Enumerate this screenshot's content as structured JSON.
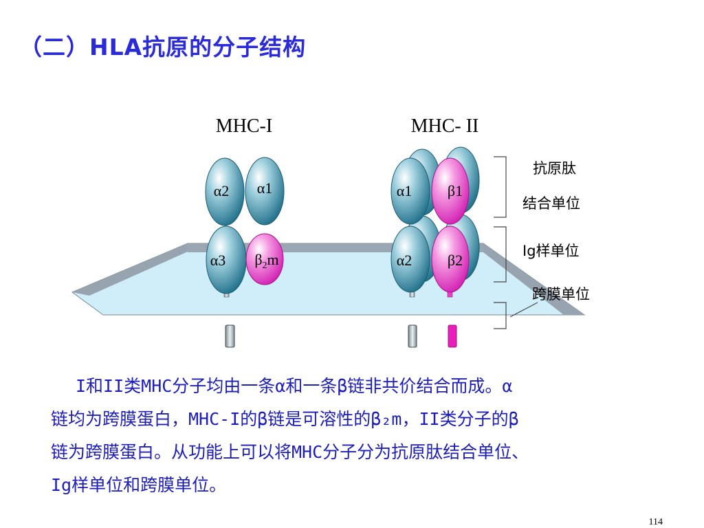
{
  "title": "（二）HLA抗原的分子结构",
  "diagram": {
    "mhc1": {
      "label": "MHC-I",
      "domain_a2": "α2",
      "domain_a1": "α1",
      "domain_a3": "α3",
      "domain_b2m_beta": "β",
      "domain_b2m_sub": "2",
      "domain_b2m_m": "m"
    },
    "mhc2": {
      "label": "MHC- II",
      "domain_a1": "α1",
      "domain_b1": "β1",
      "domain_a2": "α2",
      "domain_b2": "β2"
    },
    "units": {
      "antigen_binding_line1": "抗原肽",
      "antigen_binding_line2": "结合单位",
      "ig_like": "Ig样单位",
      "transmembrane": "跨膜单位"
    },
    "colors": {
      "alpha_chain": "#3b8ea8",
      "beta_chain": "#e83fc8",
      "membrane_top": "#cdeef8",
      "membrane_edge": "#8c9aa8"
    }
  },
  "caption": {
    "line1": "I和II类MHC分子均由一条α和一条β链非共价结合而成。α",
    "line2": "链均为跨膜蛋白，MHC-I的β链是可溶性的β₂m，II类分子的β",
    "line3": "链为跨膜蛋白。从功能上可以将MHC分子分为抗原肽结合单位、",
    "line4": "Ig样单位和跨膜单位。"
  },
  "page_number": "114"
}
